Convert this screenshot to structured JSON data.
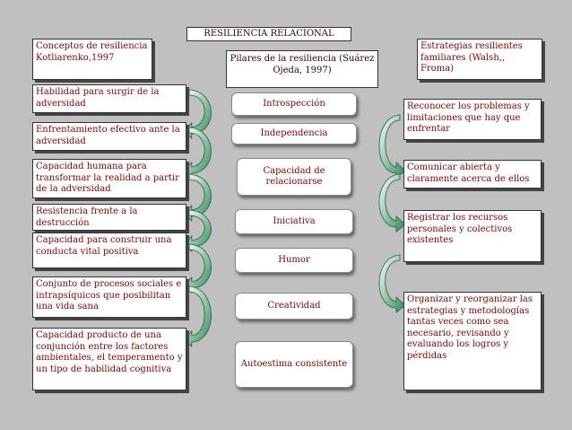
{
  "title": "RESILIENCIA RELACIONAL",
  "left_header": "Conceptos de resiliencia Kotliarenko,1997",
  "center_header": "Pilares de la resiliencia (Suárez Ojeda, 1997)",
  "right_header": "Estrategias resilientes familiares (Walsh,, Froma)",
  "left_items": [
    "Habilidad para surgir de la adversidad",
    "Enfrentamiento efectivo ante la adversidad",
    "Capacidad humana para transformar la realidad a partir de la adversidad",
    "Resistencia frente a la destrucción",
    "Capacidad para construir una conducta vital positiva",
    "Conjunto de procesos sociales e intrapsíquicos que posibilitan una vida sana",
    "Capacidad producto de una conjunción entre los factores ambientales, el temperamento y un tipo de habilidad cognitiva"
  ],
  "pillars": [
    "Introspección",
    "Independencia",
    "Capacidad de relacionarse",
    "Iniciativa",
    "Humor",
    "Creatividad",
    "Autoestima consistente"
  ],
  "right_items": [
    "Reconocer los problemas y limitaciones que hay que enfrentar",
    "Comunicar abierta y claramente acerca de ellos",
    "Registrar los recursos personales y colectivos existentes",
    "Organizar y reorganizar las estrategias y metodologías tantas veces como sea necesario, revisando y evaluando los logros y pérdidas"
  ],
  "colors": {
    "text": "#8b0000",
    "arrow_fill": "#2e8b57",
    "background": "#c0c0c0"
  }
}
